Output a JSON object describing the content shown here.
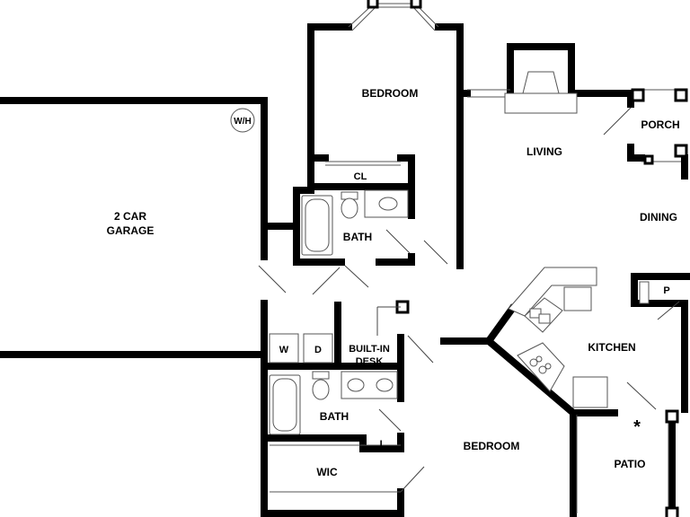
{
  "rooms": {
    "bedroom_top": "BEDROOM",
    "closet_top": "CL",
    "bath_top": "BATH",
    "living": "LIVING",
    "porch": "PORCH",
    "dining": "DINING",
    "garage_line1": "2 CAR",
    "garage_line2": "GARAGE",
    "water_heater": "W/H",
    "kitchen": "KITCHEN",
    "pantry": "P",
    "washer": "W",
    "dryer": "D",
    "desk_line1": "BUILT-IN",
    "desk_line2": "DESK",
    "bath_bottom": "BATH",
    "linen": "L",
    "bedroom_bottom": "BEDROOM",
    "wic": "WIC",
    "patio": "PATIO",
    "asterisk": "*"
  }
}
